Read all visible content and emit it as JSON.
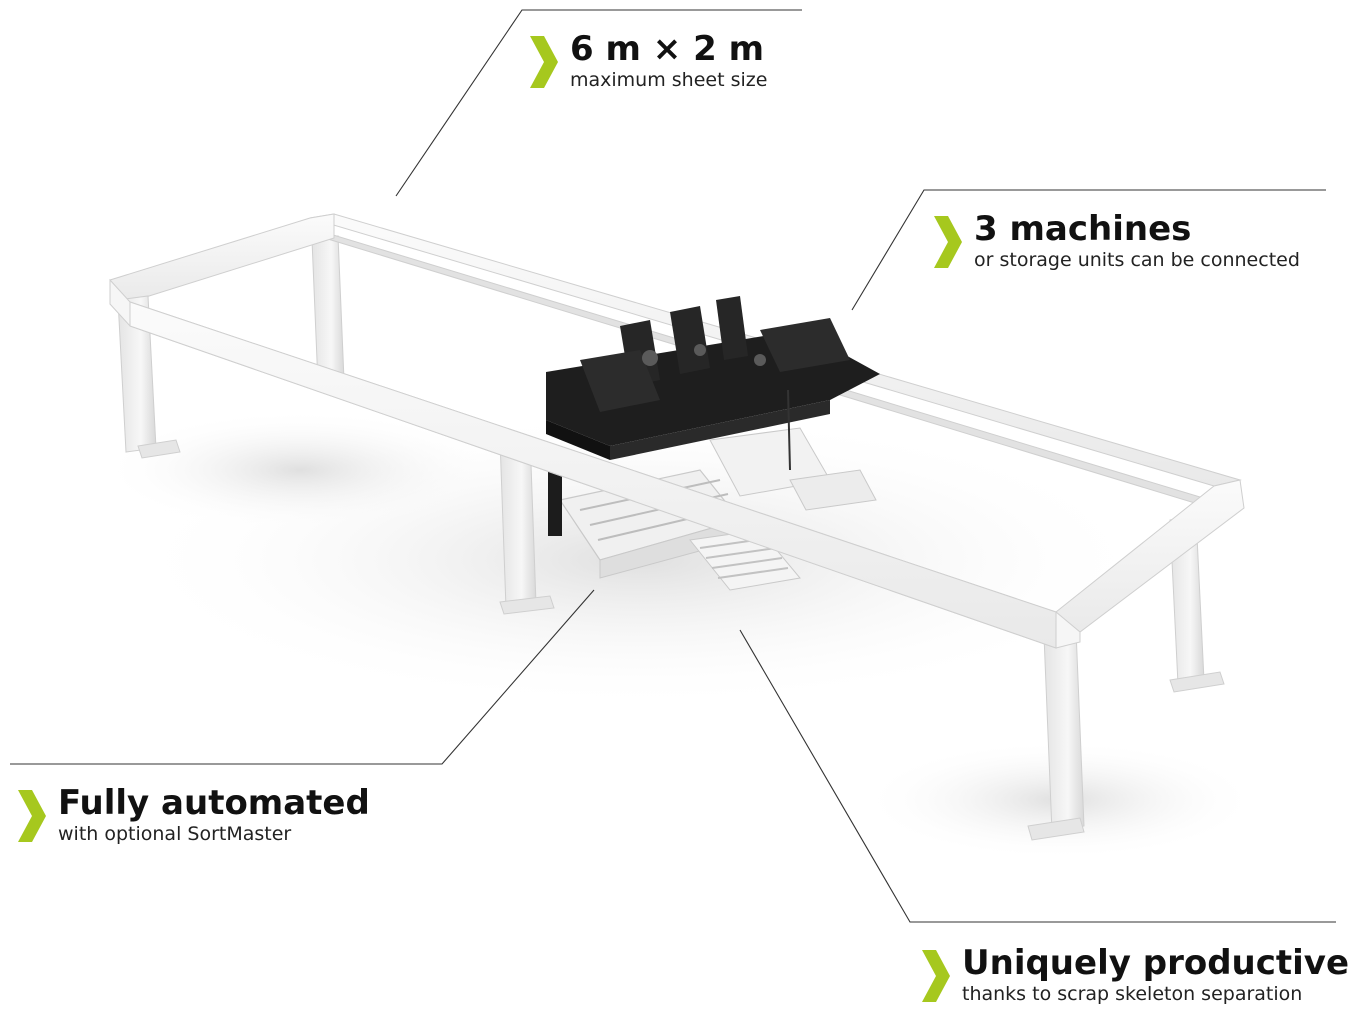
{
  "accent_color": "#a6c81e",
  "callouts": [
    {
      "id": "sheet-size",
      "headline": "6 m × 2 m",
      "subline": "maximum sheet size"
    },
    {
      "id": "machines",
      "headline": "3 machines",
      "subline": "or storage units can be connected"
    },
    {
      "id": "automation",
      "headline": "Fully automated",
      "subline": "with optional SortMaster"
    },
    {
      "id": "productivity",
      "headline": "Uniquely productive",
      "subline": "thanks to scrap skeleton separation"
    }
  ]
}
